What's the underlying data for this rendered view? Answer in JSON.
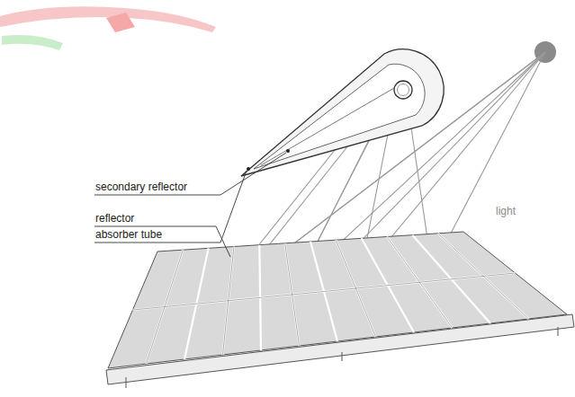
{
  "diagram": {
    "labels": [
      "secondary reflector",
      "absorber tube",
      "reflector",
      "light"
    ]
  }
}
